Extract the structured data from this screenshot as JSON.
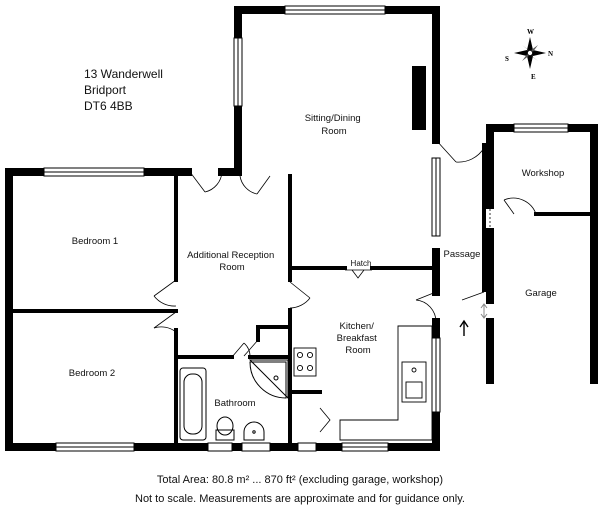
{
  "address": {
    "line1": "13 Wanderwell",
    "line2": "Bridport",
    "line3": "DT6 4BB"
  },
  "compass": {
    "icon": "compass-rose-icon",
    "labels": {
      "north": "N",
      "east": "E",
      "south": "S",
      "west": "W"
    }
  },
  "rooms": {
    "sitting_dining": [
      "Sitting/Dining",
      "Room"
    ],
    "bedroom1": [
      "Bedroom 1"
    ],
    "bedroom2": [
      "Bedroom 2"
    ],
    "additional_reception": [
      "Additional Reception",
      "Room"
    ],
    "kitchen": [
      "Kitchen/",
      "Breakfast",
      "Room"
    ],
    "bathroom": [
      "Bathroom"
    ],
    "passage": [
      "Passage"
    ],
    "workshop": [
      "Workshop"
    ],
    "garage": [
      "Garage"
    ],
    "hatch": [
      "Hatch"
    ]
  },
  "footer": {
    "area": "Total Area: 80.8 m² ... 870 ft² (excluding garage, workshop)",
    "disclaimer": "Not to scale. Measurements are approximate and for guidance only."
  },
  "colors": {
    "wall": "#000000",
    "window": "#ffffff",
    "background": "#ffffff"
  }
}
